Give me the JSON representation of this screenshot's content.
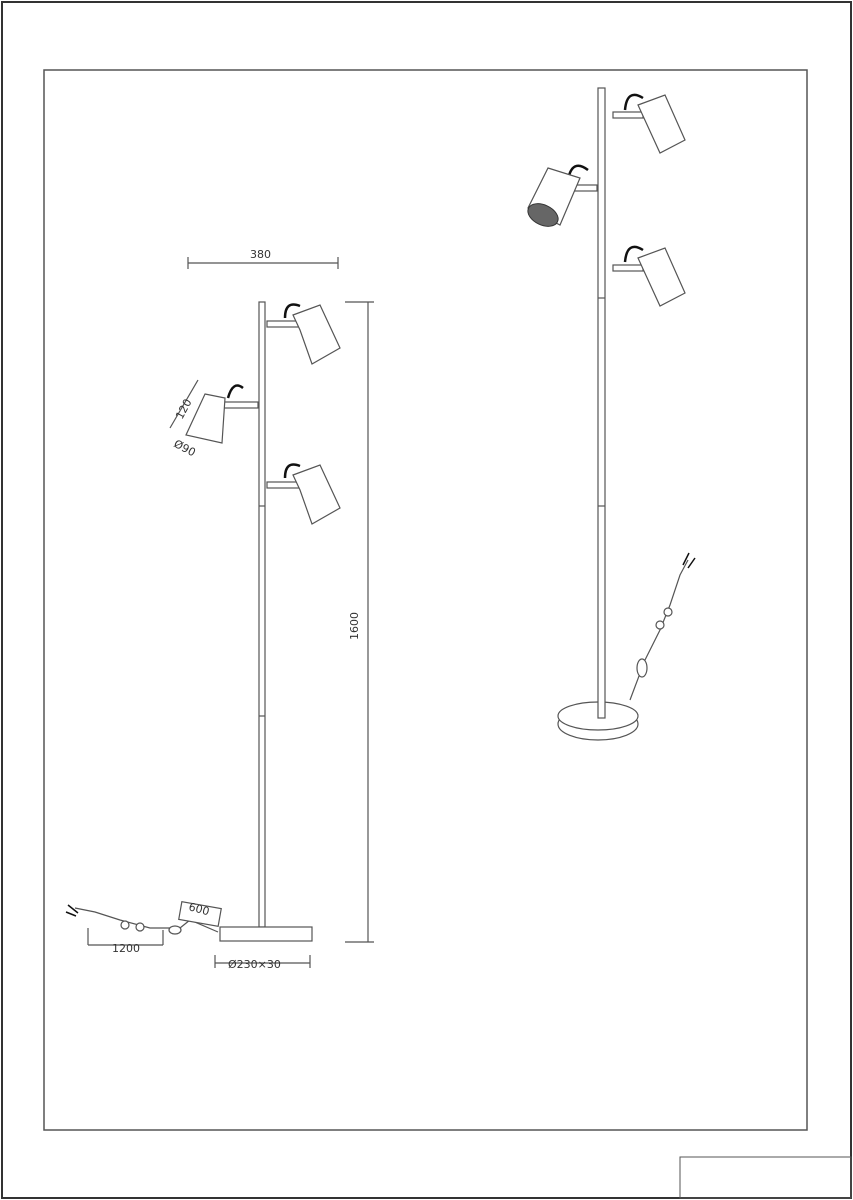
{
  "dimensions": {
    "width_label": "380",
    "height_label": "1600",
    "shade_length_label": "120",
    "shade_diameter_label": "Ø90",
    "switch_cable_label": "600",
    "cable_label": "1200",
    "base_label": "Ø230×30"
  },
  "colors": {
    "line": "#555555",
    "border": "#333333",
    "background": "#ffffff"
  }
}
